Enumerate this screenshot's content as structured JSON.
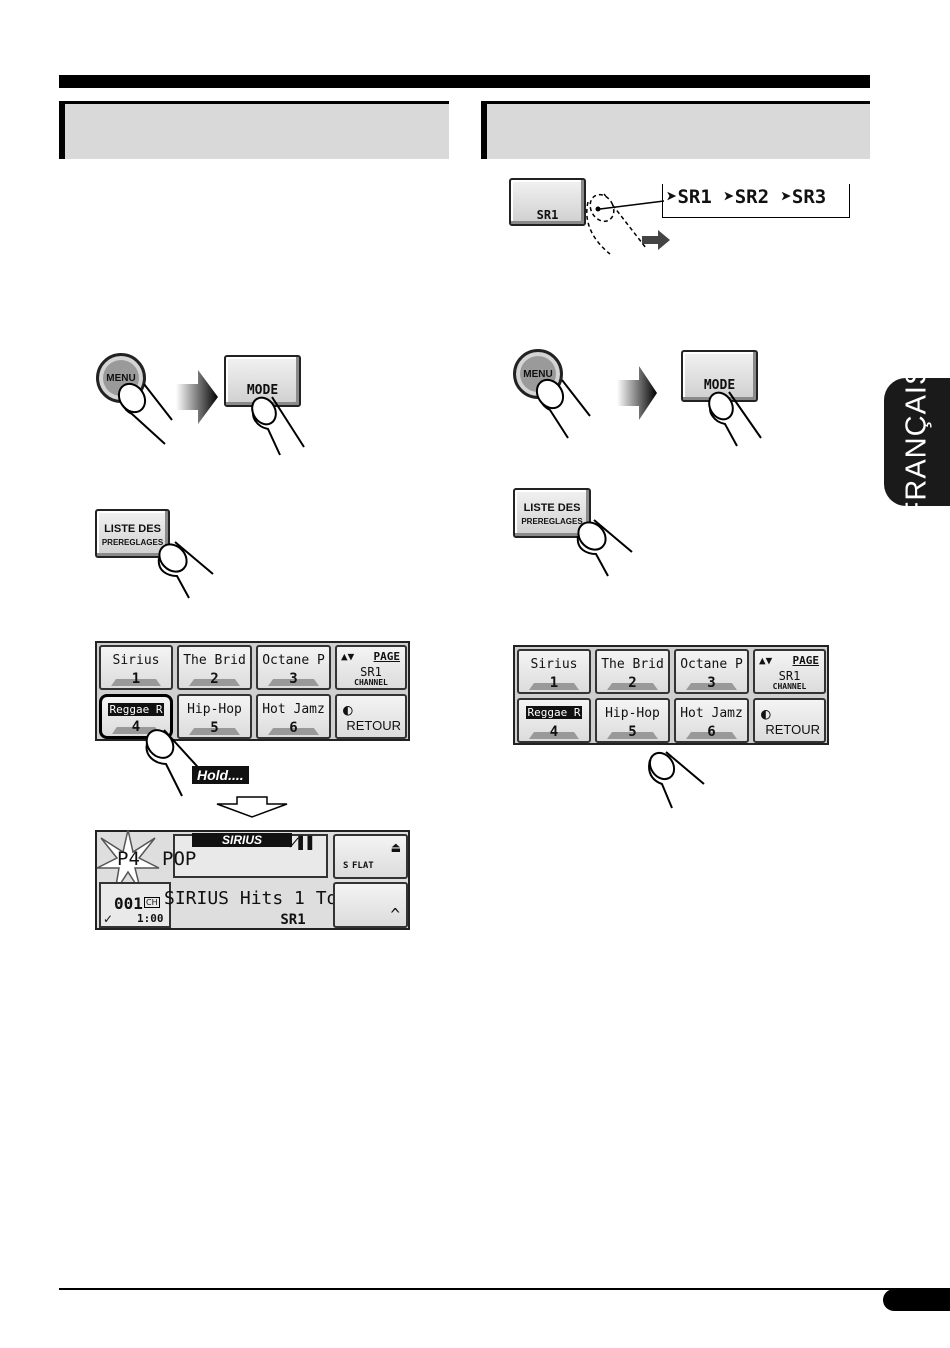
{
  "side_tab": "FRANÇAIS",
  "left": {
    "menu_button": "MENU",
    "mode_button": "MODE",
    "preset_button_line1": "LISTE DES",
    "preset_button_line2": "PREREGLAGES",
    "hold_label": "Hold....",
    "presets": [
      {
        "name": "Sirius",
        "num": "1"
      },
      {
        "name": "The Brid",
        "num": "2"
      },
      {
        "name": "Octane P",
        "num": "3"
      },
      {
        "name": "Reggae R",
        "num": "4"
      },
      {
        "name": "Hip-Hop",
        "num": "5"
      },
      {
        "name": "Hot Jamz",
        "num": "6"
      }
    ],
    "page_label": "PAGE",
    "band_label": "SR1",
    "channel_label": "CHANNEL",
    "retour_label": "RETOUR",
    "display": {
      "brand": "SIRIUS",
      "preset": "P4",
      "category": "POP",
      "channel": "001",
      "ch_badge": "CH",
      "clock": "1:00",
      "title": "SIRIUS Hits 1 To",
      "band": "SR1",
      "eq": "FLAT",
      "eq_prefix": "S"
    }
  },
  "right": {
    "band_button": "SR1",
    "sequence": [
      "SR1",
      "SR2",
      "SR3"
    ],
    "menu_button": "MENU",
    "mode_button": "MODE",
    "preset_button_line1": "LISTE DES",
    "preset_button_line2": "PREREGLAGES",
    "presets": [
      {
        "name": "Sirius",
        "num": "1"
      },
      {
        "name": "The Brid",
        "num": "2"
      },
      {
        "name": "Octane P",
        "num": "3"
      },
      {
        "name": "Reggae R",
        "num": "4"
      },
      {
        "name": "Hip-Hop",
        "num": "5"
      },
      {
        "name": "Hot Jamz",
        "num": "6"
      }
    ],
    "page_label": "PAGE",
    "band_label": "SR1",
    "channel_label": "CHANNEL",
    "retour_label": "RETOUR"
  }
}
